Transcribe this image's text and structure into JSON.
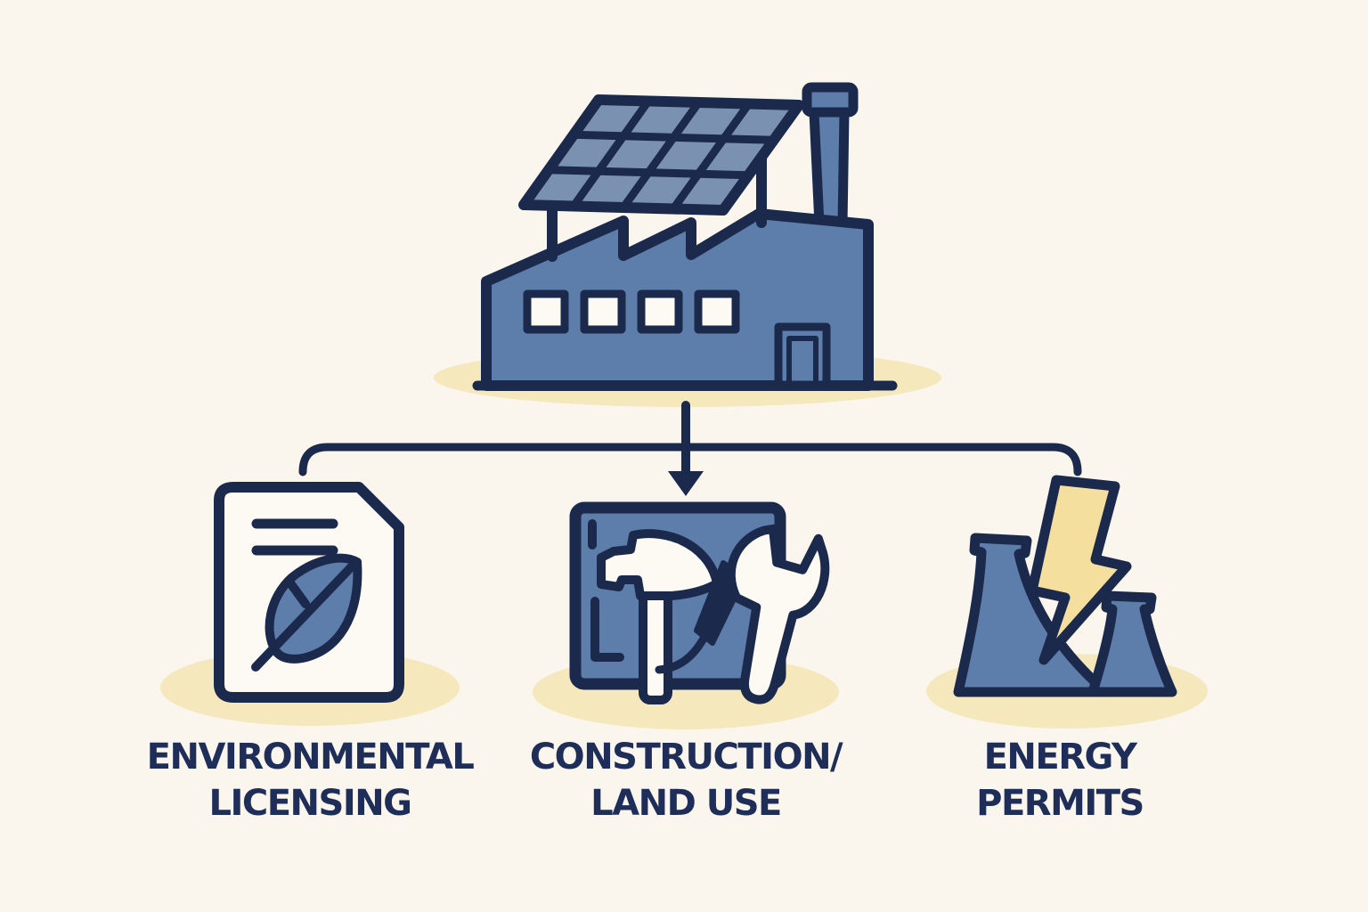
{
  "palette": {
    "background": "#faf6ed",
    "outline_navy": "#1b2a4c",
    "fill_blue": "#5d7dab",
    "panel_blue": "#7b91b2",
    "shadow_yellow": "#f5e8bd",
    "bolt_yellow": "#f5df9e",
    "paper_white": "#fcfaf3",
    "text_navy": "#1f2e58"
  },
  "diagram": {
    "type": "flowchart",
    "root": {
      "name": "solar-factory",
      "description": "Factory building with rooftop solar panel array and chimney, on a yellow ground ellipse"
    },
    "connector": {
      "style": "bracket-with-down-arrow"
    },
    "branches": [
      {
        "id": "environmental-licensing",
        "icon": "leaf-document-icon",
        "label_line1": "ENVIRONMENTAL",
        "label_line2": "LICENSING"
      },
      {
        "id": "construction-land-use",
        "icon": "blueprint-hammer-wrench-icon",
        "label_line1": "CONSTRUCTION/",
        "label_line2": "LAND USE"
      },
      {
        "id": "energy-permits",
        "icon": "cooling-towers-lightning-icon",
        "label_line1": "ENERGY",
        "label_line2": "PERMITS"
      }
    ]
  }
}
